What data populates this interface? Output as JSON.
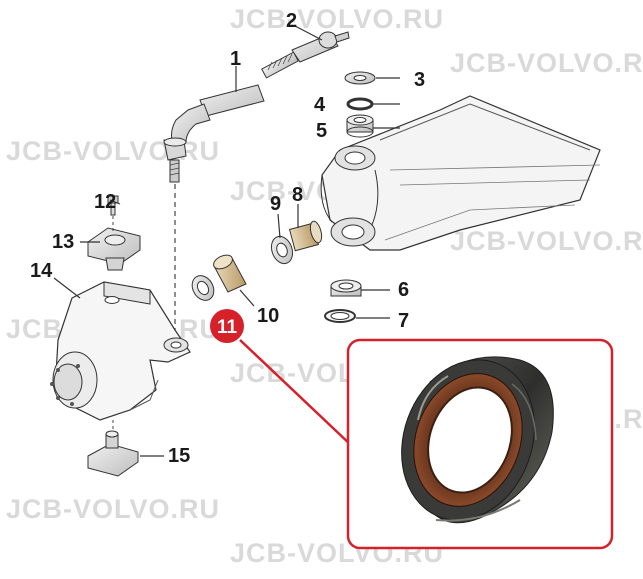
{
  "watermark": "JCB-VOLVO.RU",
  "highlight_color": "#d6202a",
  "callouts": {
    "c1": "1",
    "c2": "2",
    "c3": "3",
    "c4": "4",
    "c5": "5",
    "c6": "6",
    "c7": "7",
    "c8": "8",
    "c9": "9",
    "c10": "10",
    "c11": "11",
    "c12": "12",
    "c13": "13",
    "c14": "14",
    "c15": "15"
  }
}
